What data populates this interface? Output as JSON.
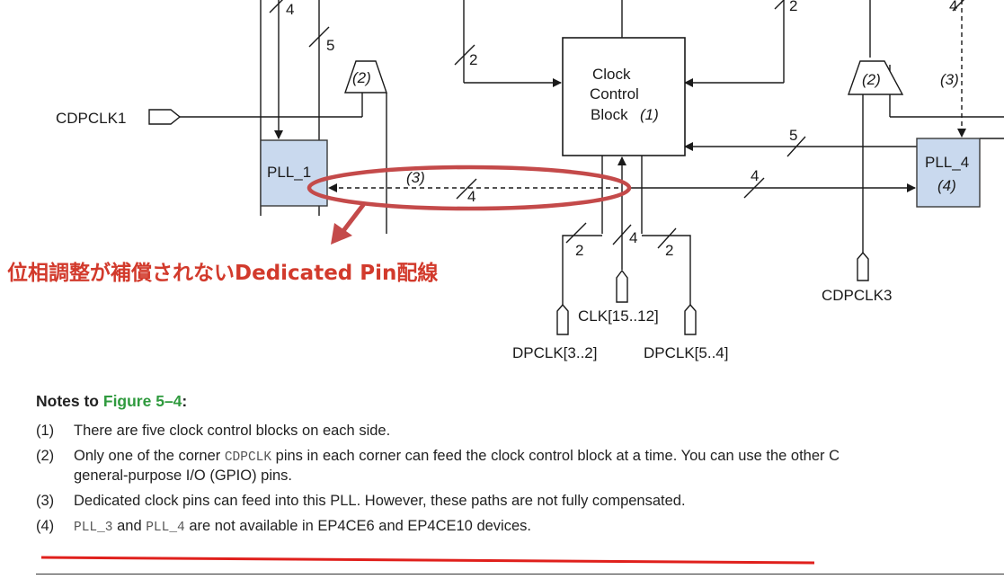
{
  "diagram": {
    "inputs": {
      "cdpclk1": "CDPCLK1",
      "cdpclk3": "CDPCLK3",
      "clk": "CLK[15..12]",
      "dpclk_left": "DPCLK[3..2]",
      "dpclk_right": "DPCLK[5..4]"
    },
    "blocks": {
      "pll1": "PLL_1",
      "pll4": "PLL_4",
      "pll4_ref": "(4)",
      "ccb_line1": "Clock",
      "ccb_line2": "Control",
      "ccb_line3": "Block",
      "ccb_ref": "(1)"
    },
    "mux_labels": {
      "left": "(2)",
      "right": "(2)"
    },
    "bus_widths": {
      "top_left_4": "4",
      "top_left_5": "5",
      "top_mid_2": "2",
      "top_right_2": "2",
      "top_far_right_4": "4",
      "mid_5": "5",
      "mid_4": "4",
      "dashed_4": "4",
      "bottom_2a": "2",
      "bottom_4": "4",
      "bottom_2b": "2"
    },
    "dashed_refs": {
      "left": "(3)",
      "right": "(3)"
    },
    "annotation": "位相調整が補償されないDedicated Pin配線",
    "colors": {
      "pll_fill": "#c9d9ee",
      "pll_stroke": "#3a3a3a",
      "annotation": "#d23a2c",
      "note_title_accent": "#2f9a3e"
    }
  },
  "notes": {
    "title_prefix": "Notes to ",
    "title_figure": "Figure 5–4",
    "title_suffix": ":",
    "n1_num": "(1)",
    "n1_text": "There are five clock control blocks on each side.",
    "n2_num": "(2)",
    "n2_pre": "Only one of the corner ",
    "n2_code": "CDPCLK",
    "n2_post": " pins in each corner can feed the clock control block at a time. You can use the other C",
    "n2_line2": "general-purpose I/O (GPIO) pins.",
    "n3_num": "(3)",
    "n3_text": "Dedicated clock pins can feed into this PLL. However, these paths are not fully compensated.",
    "n4_num": "(4)",
    "n4_code1": "PLL_3",
    "n4_and": " and ",
    "n4_code2": "PLL_4",
    "n4_text": " are not available in EP4CE6 and EP4CE10 devices."
  }
}
